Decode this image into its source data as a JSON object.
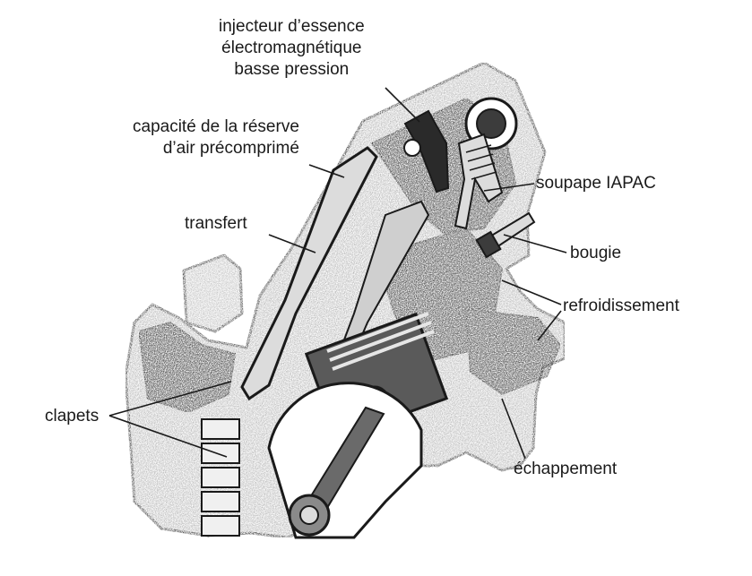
{
  "labels": {
    "injector": [
      "injecteur d’essence",
      "électromagnétique",
      "basse pression"
    ],
    "air_reserve": [
      "capacité de la réserve",
      "d’air précomprimé"
    ],
    "transfer": "transfert",
    "iapac_valve": "soupape IAPAC",
    "spark_plug": "bougie",
    "cooling": "refroidissement",
    "reed_valves": "clapets",
    "exhaust": "échappement"
  },
  "colors": {
    "ink": "#1a1a1a",
    "casting": "#a9a9a9",
    "dark": "#3c3c3c",
    "light": "#dcdcdc",
    "paper": "#ffffff"
  }
}
